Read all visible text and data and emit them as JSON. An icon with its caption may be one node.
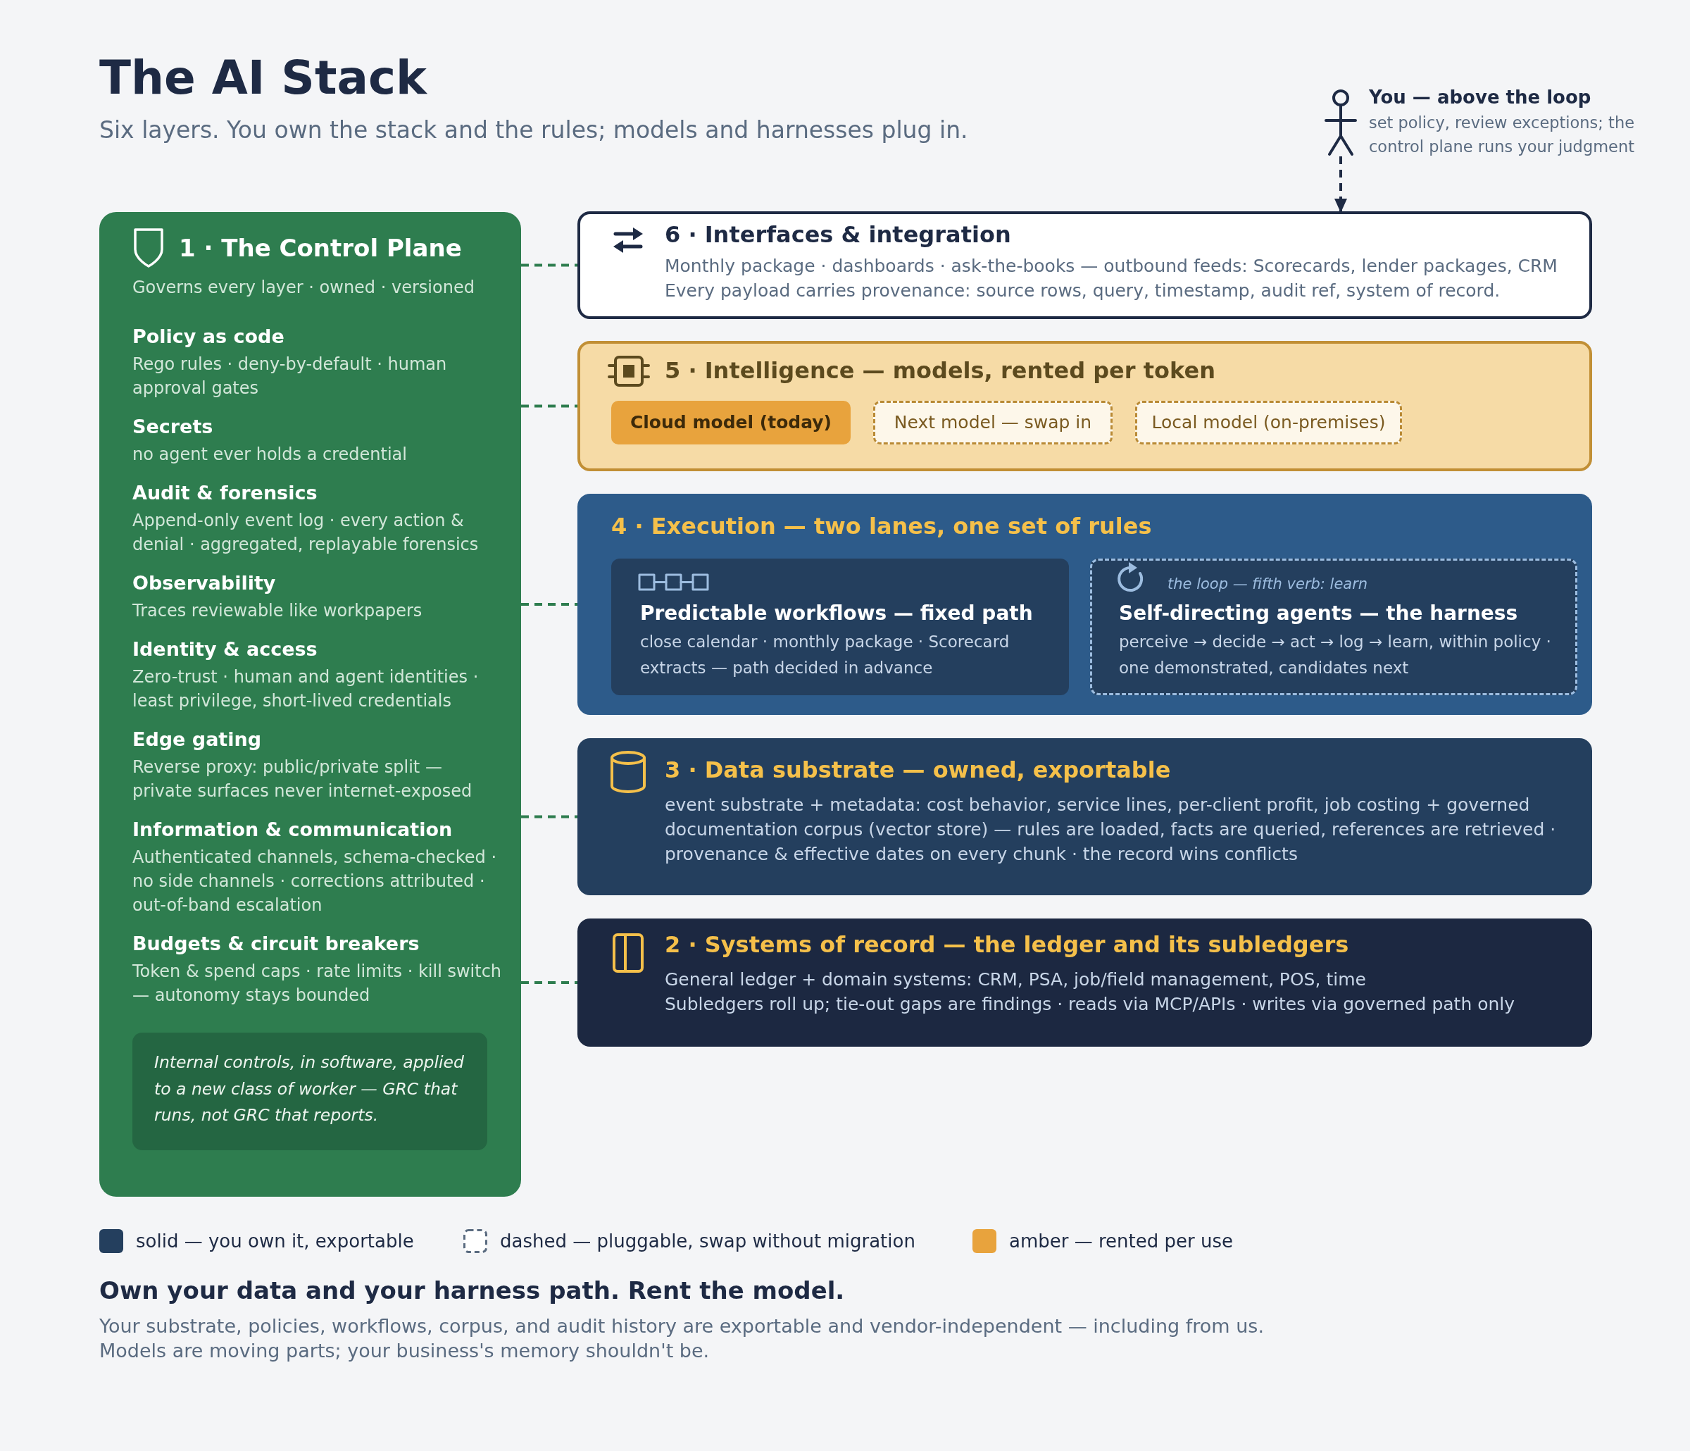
{
  "diagram": {
    "title": "The AI Stack",
    "nodes": [
      {
        "text": [
          "1 · The Control Plane",
          "Governs every layer · owned · versioned",
          "Policy as code",
          "Rego rules · deny-by-default · human approval gates",
          "Secrets",
          "no agent ever holds a credential",
          "Audit & forensics",
          "Append-only event log · every action & denial · aggregated, replayable forensics",
          "Observability",
          "Traces reviewable like workpapers",
          "Identity & access",
          "Zero-trust · human and agent identities · least privilege, short-lived credentials",
          "Edge gating",
          "Reverse proxy: public/private split — private surfaces never internet-exposed",
          "Information & communication",
          "Authenticated channels, schema-checked · no side channels · corrections attributed · out-of-band escalation",
          "Budgets & circuit breakers",
          "Token & spend caps · rate limits · kill switch — autonomy stays bounded"
        ]
      },
      {
        "text": [
          "Internal controls, in software, applied to a new class of worker — GRC that runs, not GRC that reports."
        ],
        "in": 0
      },
      {
        "text": [],
        "shape": "person",
        "beside": [
          "You — above the loop",
          "set policy, review exceptions; the control plane runs your judgment"
        ]
      },
      {
        "text": [
          "6 · Interfaces & integration",
          "Monthly package · dashboards · ask-the-books — outbound feeds: Scorecards, lender packages, CRM",
          "Every payload carries provenance: source rows, query, timestamp, audit ref, system of record."
        ]
      },
      {
        "text": [
          "5 · Intelligence — models, rented per token"
        ]
      },
      {
        "text": [
          "Cloud model (today)"
        ],
        "in": 4
      },
      {
        "text": [
          "Next model — swap in"
        ],
        "in": 4
      },
      {
        "text": [
          "Local model (on-premises)"
        ],
        "in": 4
      },
      {
        "text": [
          "4 · Execution — two lanes, one set of rules"
        ]
      },
      {
        "text": [
          "Predictable workflows — fixed path",
          "close calendar · monthly package · Scorecard extracts — path decided in advance"
        ],
        "in": 8
      },
      {
        "text": [
          "the loop — fifth verb: learn",
          "Self-directing agents — the harness",
          "perceive → decide → act → log → learn, within policy · one demonstrated, candidates next"
        ],
        "in": 8
      },
      {
        "text": [
          "3 · Data substrate — owned, exportable",
          "event substrate + metadata: cost behavior, service lines, per-client profit, job costing + governed documentation corpus (vector store) — rules are loaded, facts are queried, references are retrieved · provenance & effective dates on every chunk · the record wins conflicts"
        ]
      },
      {
        "text": [
          "2 · Systems of record — the ledger and its subledgers",
          "General ledger + domain systems: CRM, PSA, job/field management, POS, time",
          "Subledgers roll up; tie-out gaps are findings · reads via MCP/APIs · writes via governed path only"
        ]
      }
    ],
    "edges": [
      {
        "from": 2,
        "to": 3,
        "arrow": "to",
        "style": "dashed",
        "color": "#1e2a44"
      },
      {
        "from": 0,
        "to": 3,
        "arrow": "none",
        "style": "dashed"
      },
      {
        "from": 0,
        "to": 4,
        "arrow": "none",
        "style": "dashed"
      },
      {
        "from": 0,
        "to": 8,
        "arrow": "none",
        "style": "dashed"
      },
      {
        "from": 0,
        "to": 11,
        "arrow": "none",
        "style": "dashed"
      },
      {
        "from": 0,
        "to": 12,
        "arrow": "none",
        "style": "dashed"
      }
    ],
    "labels": [
      "Six layers. You own the stack and the rules; models and harnesses plug in.",
      "Own your data and your harness path. Rent the model.",
      "Your substrate, policies, workflows, corpus, and audit history are exportable and vendor-independent — including from us. Models are moving parts; your business's memory shouldn't be."
    ],
    "legend": [
      {
        "text": "solid — you own it, exportable",
        "color": "#243f5e"
      },
      {
        "text": "dashed — pluggable, swap without migration"
      },
      {
        "text": "amber — rented per use",
        "color": "#e8a33d"
      }
    ]
  }
}
